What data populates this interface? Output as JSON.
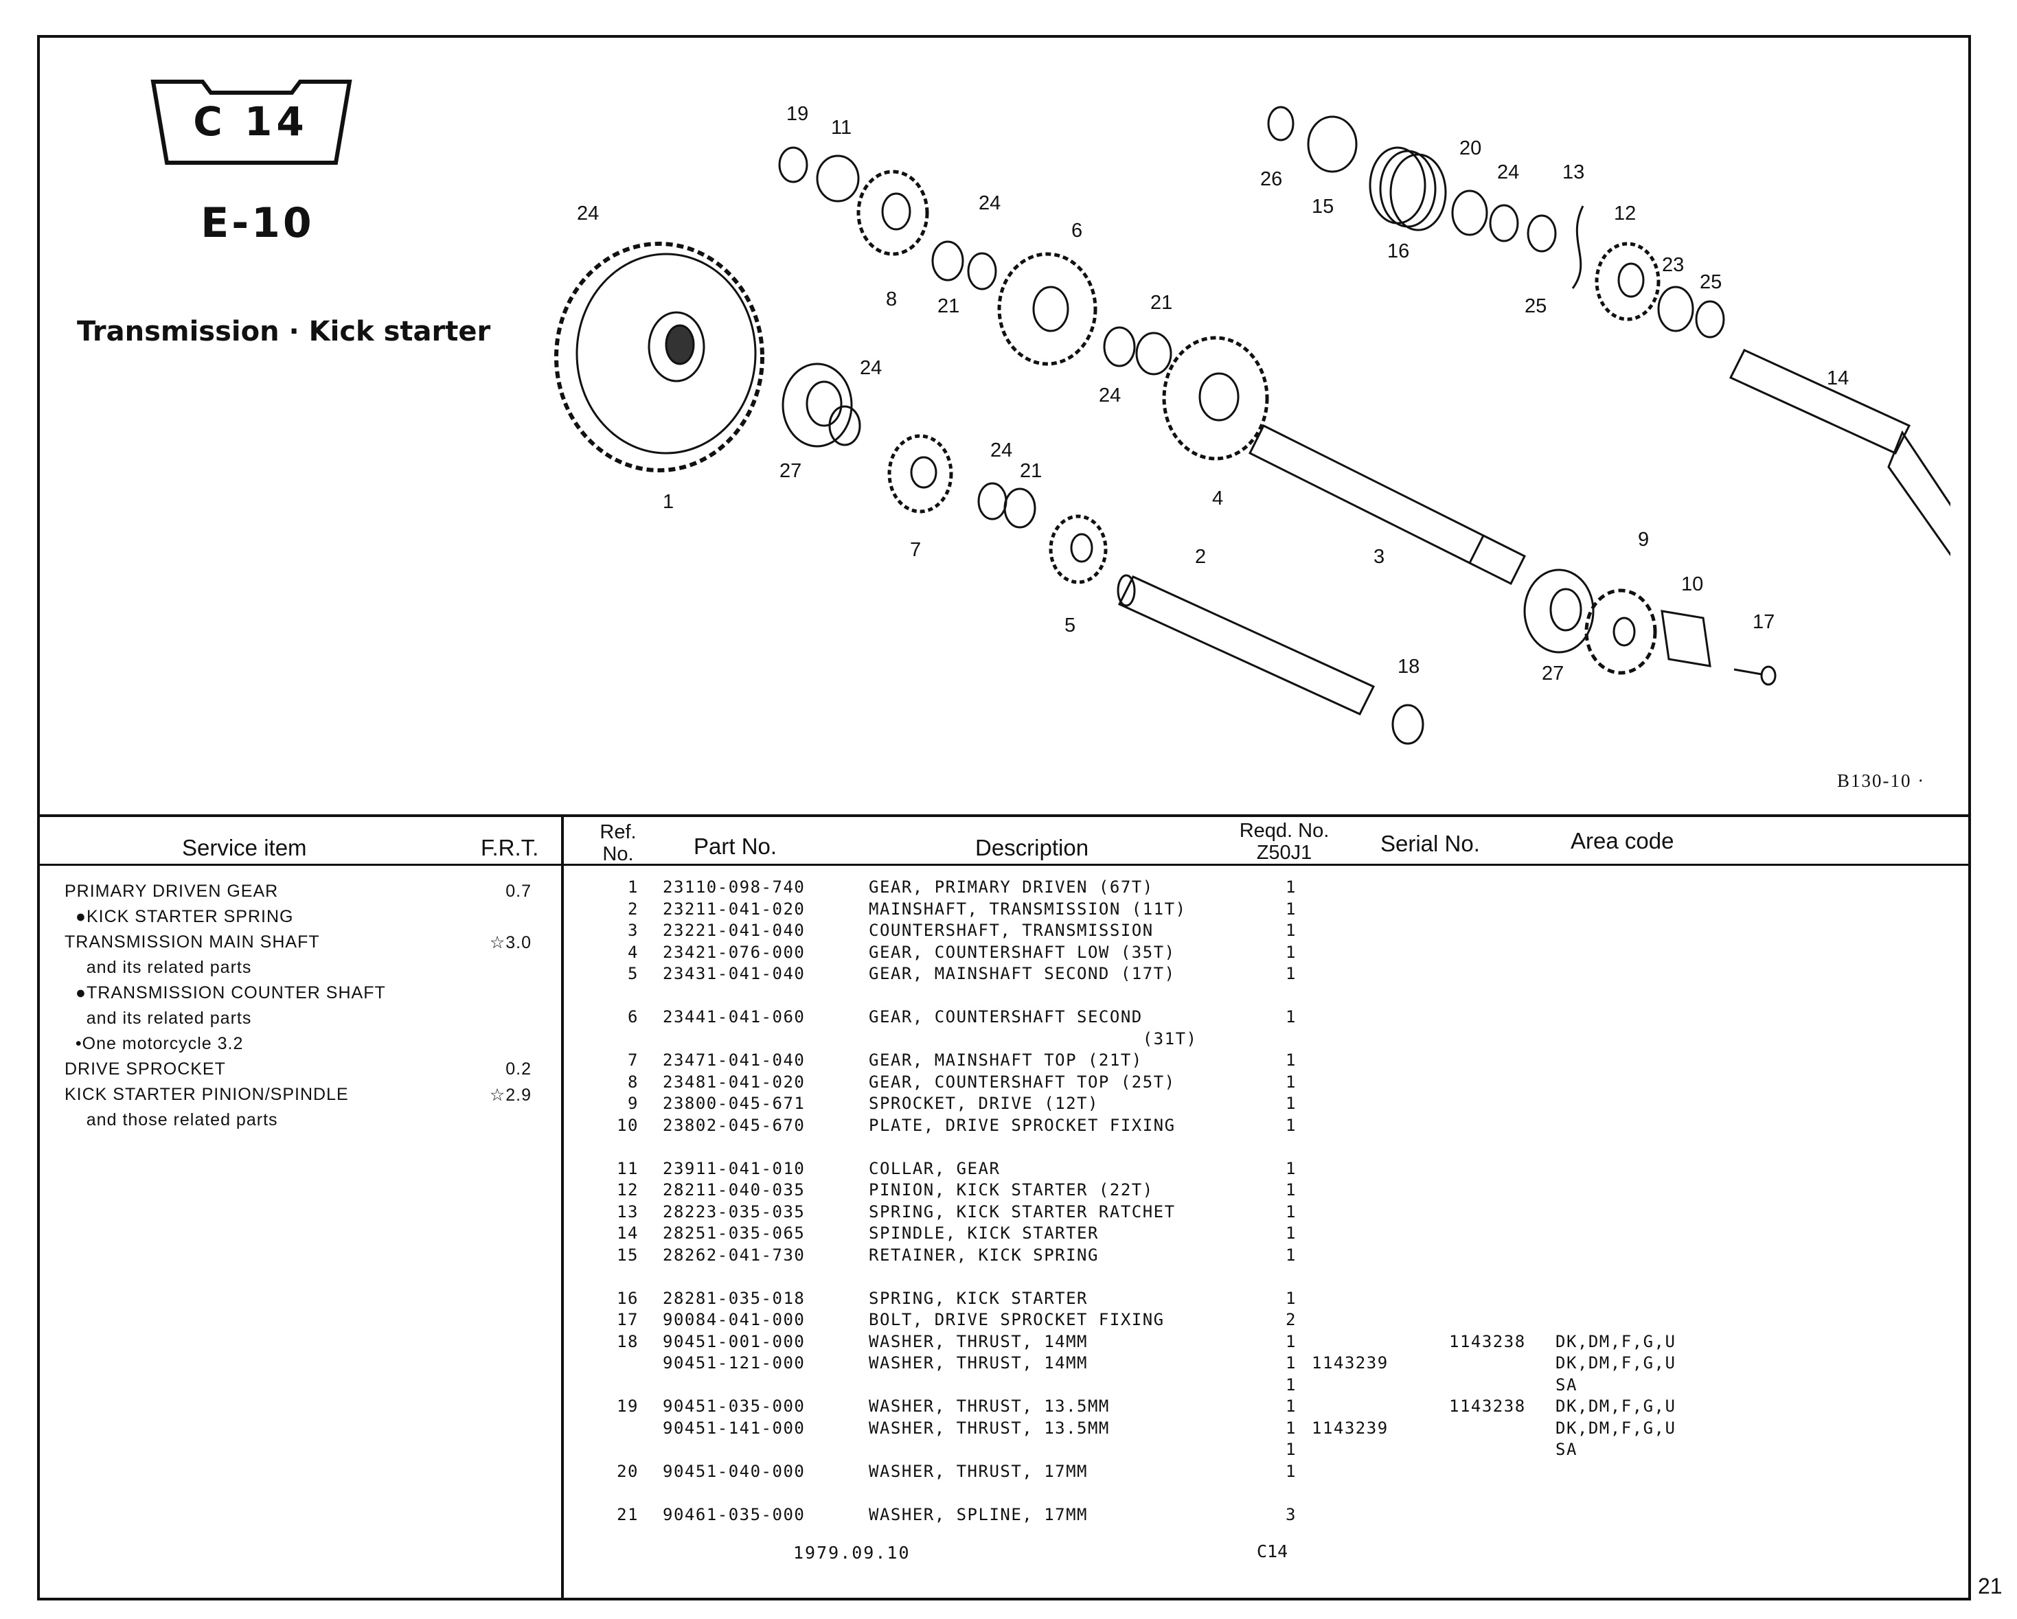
{
  "header": {
    "badge": "C 14",
    "model": "E-10",
    "title": "Transmission · Kick starter",
    "figure_code": "B130-10 ·"
  },
  "diagram": {
    "callouts": [
      "24",
      "19",
      "11",
      "8",
      "21",
      "24",
      "6",
      "21",
      "24",
      "1",
      "27",
      "24",
      "7",
      "24",
      "21",
      "5",
      "4",
      "2",
      "3",
      "18",
      "27",
      "9",
      "10",
      "17",
      "14",
      "26",
      "15",
      "16",
      "20",
      "24",
      "13",
      "12",
      "25",
      "23",
      "25"
    ]
  },
  "table_headers": {
    "service_item": "Service item",
    "frt": "F.R.T.",
    "ref_no_line1": "Ref.",
    "ref_no_line2": "No.",
    "part_no": "Part No.",
    "description": "Description",
    "reqd_line1": "Reqd. No.",
    "reqd_line2": "Z50J1",
    "serial_no": "Serial No.",
    "area_code": "Area code"
  },
  "service_items": [
    {
      "item": "PRIMARY DRIVEN GEAR",
      "frt": "0.7"
    },
    {
      "item": "  ●KICK STARTER SPRING",
      "frt": ""
    },
    {
      "item": "TRANSMISSION MAIN SHAFT",
      "frt": "☆3.0"
    },
    {
      "item": "    and its related parts",
      "frt": ""
    },
    {
      "item": "  ●TRANSMISSION COUNTER SHAFT",
      "frt": ""
    },
    {
      "item": "    and its related parts",
      "frt": ""
    },
    {
      "item": "  •One motorcycle 3.2",
      "frt": ""
    },
    {
      "item": "DRIVE SPROCKET",
      "frt": "0.2"
    },
    {
      "item": "KICK STARTER PINION/SPINDLE",
      "frt": "☆2.9"
    },
    {
      "item": "    and those related parts",
      "frt": ""
    }
  ],
  "parts": [
    {
      "ref": "1",
      "part": "23110-098-740",
      "desc": "GEAR, PRIMARY DRIVEN (67T)",
      "qty": "1",
      "ser1": "",
      "ser2": "",
      "area": ""
    },
    {
      "ref": "2",
      "part": "23211-041-020",
      "desc": "MAINSHAFT, TRANSMISSION (11T)",
      "qty": "1",
      "ser1": "",
      "ser2": "",
      "area": ""
    },
    {
      "ref": "3",
      "part": "23221-041-040",
      "desc": "COUNTERSHAFT, TRANSMISSION",
      "qty": "1",
      "ser1": "",
      "ser2": "",
      "area": ""
    },
    {
      "ref": "4",
      "part": "23421-076-000",
      "desc": "GEAR, COUNTERSHAFT LOW (35T)",
      "qty": "1",
      "ser1": "",
      "ser2": "",
      "area": ""
    },
    {
      "ref": "5",
      "part": "23431-041-040",
      "desc": "GEAR, MAINSHAFT SECOND (17T)",
      "qty": "1",
      "ser1": "",
      "ser2": "",
      "area": ""
    },
    {
      "gap": true
    },
    {
      "ref": "6",
      "part": "23441-041-060",
      "desc": "GEAR, COUNTERSHAFT SECOND",
      "qty": "1",
      "ser1": "",
      "ser2": "",
      "area": ""
    },
    {
      "ref": "",
      "part": "",
      "desc": "                         (31T)",
      "qty": "",
      "ser1": "",
      "ser2": "",
      "area": ""
    },
    {
      "ref": "7",
      "part": "23471-041-040",
      "desc": "GEAR, MAINSHAFT TOP (21T)",
      "qty": "1",
      "ser1": "",
      "ser2": "",
      "area": ""
    },
    {
      "ref": "8",
      "part": "23481-041-020",
      "desc": "GEAR, COUNTERSHAFT TOP (25T)",
      "qty": "1",
      "ser1": "",
      "ser2": "",
      "area": ""
    },
    {
      "ref": "9",
      "part": "23800-045-671",
      "desc": "SPROCKET, DRIVE (12T)",
      "qty": "1",
      "ser1": "",
      "ser2": "",
      "area": ""
    },
    {
      "ref": "10",
      "part": "23802-045-670",
      "desc": "PLATE, DRIVE SPROCKET FIXING",
      "qty": "1",
      "ser1": "",
      "ser2": "",
      "area": ""
    },
    {
      "gap": true
    },
    {
      "ref": "11",
      "part": "23911-041-010",
      "desc": "COLLAR, GEAR",
      "qty": "1",
      "ser1": "",
      "ser2": "",
      "area": ""
    },
    {
      "ref": "12",
      "part": "28211-040-035",
      "desc": "PINION, KICK STARTER (22T)",
      "qty": "1",
      "ser1": "",
      "ser2": "",
      "area": ""
    },
    {
      "ref": "13",
      "part": "28223-035-035",
      "desc": "SPRING, KICK STARTER RATCHET",
      "qty": "1",
      "ser1": "",
      "ser2": "",
      "area": ""
    },
    {
      "ref": "14",
      "part": "28251-035-065",
      "desc": "SPINDLE, KICK STARTER",
      "qty": "1",
      "ser1": "",
      "ser2": "",
      "area": ""
    },
    {
      "ref": "15",
      "part": "28262-041-730",
      "desc": "RETAINER, KICK SPRING",
      "qty": "1",
      "ser1": "",
      "ser2": "",
      "area": ""
    },
    {
      "gap": true
    },
    {
      "ref": "16",
      "part": "28281-035-018",
      "desc": "SPRING, KICK STARTER",
      "qty": "1",
      "ser1": "",
      "ser2": "",
      "area": ""
    },
    {
      "ref": "17",
      "part": "90084-041-000",
      "desc": "BOLT, DRIVE SPROCKET FIXING",
      "qty": "2",
      "ser1": "",
      "ser2": "",
      "area": ""
    },
    {
      "ref": "18",
      "part": "90451-001-000",
      "desc": "WASHER, THRUST, 14MM",
      "qty": "1",
      "ser1": "",
      "ser2": "1143238",
      "area": "DK,DM,F,G,U"
    },
    {
      "ref": "",
      "part": "90451-121-000",
      "desc": "WASHER, THRUST, 14MM",
      "qty": "1",
      "ser1": "1143239",
      "ser2": "",
      "area": "DK,DM,F,G,U"
    },
    {
      "ref": "",
      "part": "",
      "desc": "",
      "qty": "1",
      "ser1": "",
      "ser2": "",
      "area": "SA"
    },
    {
      "ref": "19",
      "part": "90451-035-000",
      "desc": "WASHER, THRUST, 13.5MM",
      "qty": "1",
      "ser1": "",
      "ser2": "1143238",
      "area": "DK,DM,F,G,U"
    },
    {
      "ref": "",
      "part": "90451-141-000",
      "desc": "WASHER, THRUST, 13.5MM",
      "qty": "1",
      "ser1": "1143239",
      "ser2": "",
      "area": "DK,DM,F,G,U"
    },
    {
      "ref": "",
      "part": "",
      "desc": "",
      "qty": "1",
      "ser1": "",
      "ser2": "",
      "area": "SA"
    },
    {
      "ref": "20",
      "part": "90451-040-000",
      "desc": "WASHER, THRUST, 17MM",
      "qty": "1",
      "ser1": "",
      "ser2": "",
      "area": ""
    },
    {
      "gap": true
    },
    {
      "ref": "21",
      "part": "90461-035-000",
      "desc": "WASHER, SPLINE, 17MM",
      "qty": "3",
      "ser1": "",
      "ser2": "",
      "area": ""
    }
  ],
  "footer": {
    "date": "1979.09.10",
    "code": "C14",
    "page": "21"
  }
}
